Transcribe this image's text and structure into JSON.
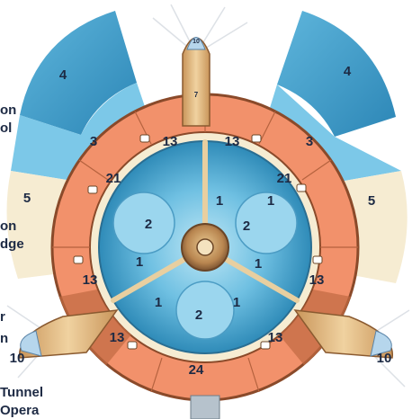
{
  "colors": {
    "water_dark": "#3a9ac4",
    "water_light": "#8fd0ea",
    "cream": "#f6ecd2",
    "salmon": "#f2916b",
    "brown": "#8a4a2a",
    "wood": "#dcb27a",
    "text": "#1d2a44"
  },
  "side_text": {
    "left_1": "on",
    "left_2": "ol",
    "left_3": "on",
    "left_4": "dge",
    "left_5": "r",
    "left_6": "n",
    "left_7": "Tunnel",
    "left_8": "Opera"
  },
  "zone_labels": {
    "outer_left": "4",
    "outer_right": "4",
    "mid_left": "3",
    "mid_right": "3",
    "cream_left": "5",
    "cream_right": "5",
    "top_left": "13",
    "top_right": "13",
    "upper_left": "21",
    "upper_right": "21",
    "side_left": "13",
    "side_right": "13",
    "lower_left": "13",
    "lower_right": "13",
    "bottom": "24",
    "pier_top": "7",
    "pier_top_tip": "10",
    "pier_left": "10",
    "pier_right": "10",
    "inner_top_left": "1",
    "inner_top_right": "1",
    "inner_left": "1",
    "inner_right": "1",
    "inner_bottom_left": "1",
    "inner_bottom_right": "1",
    "pool_left": "2",
    "pool_right": "2",
    "pool_bottom": "2"
  }
}
